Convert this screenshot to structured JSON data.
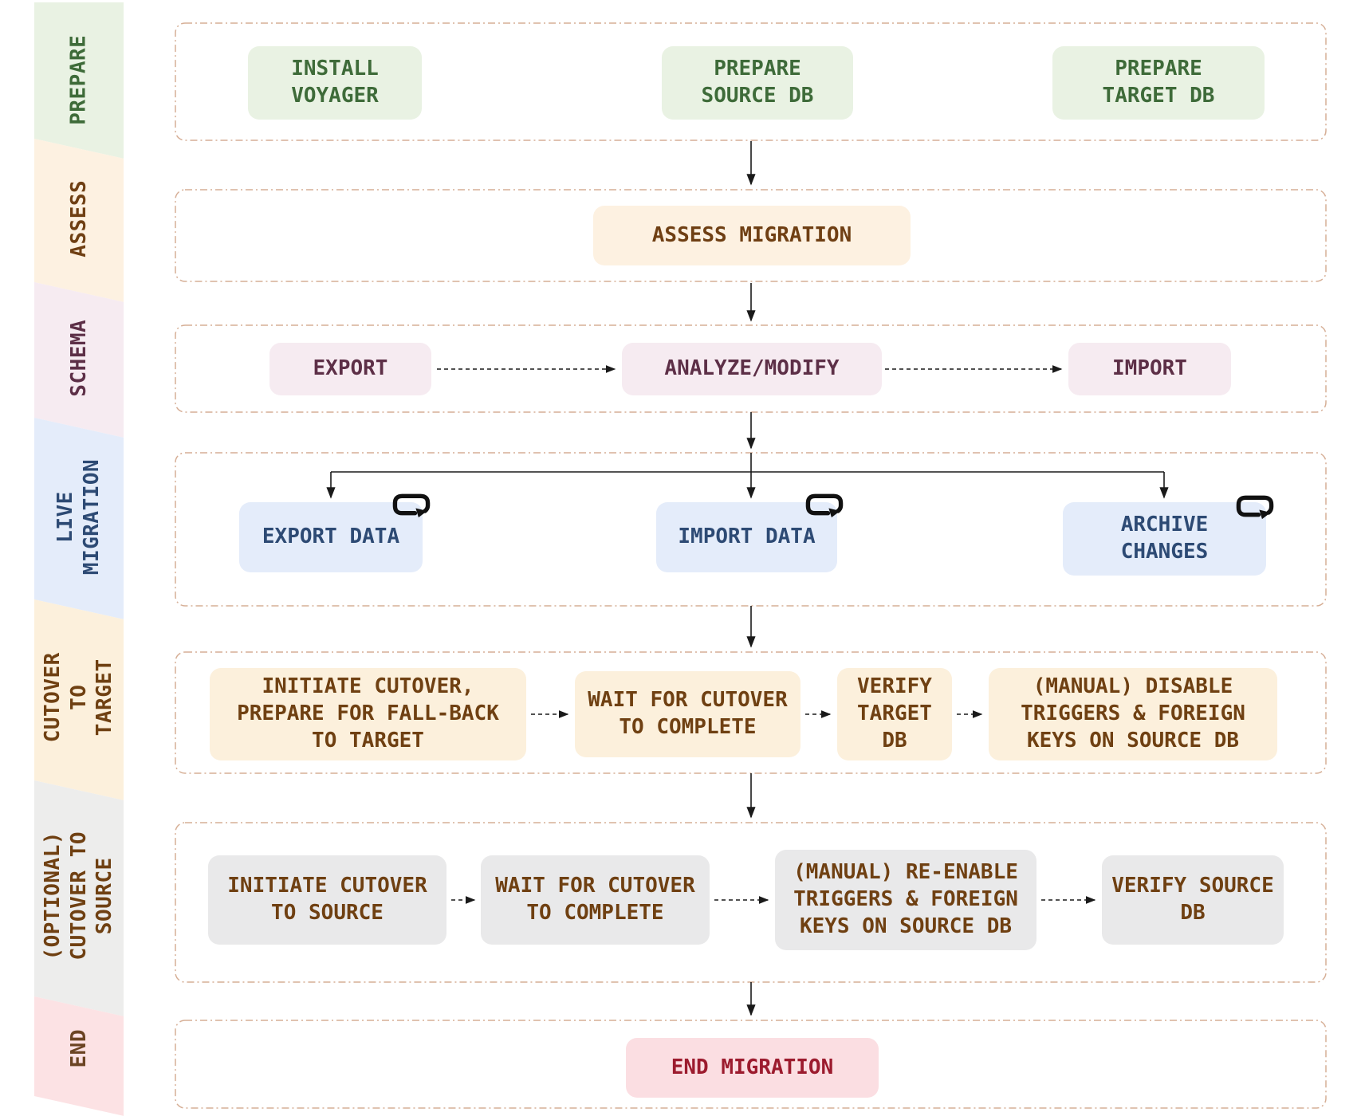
{
  "phases": {
    "prepare": {
      "label": "PREPARE",
      "bg": "#e9f2e3",
      "fg": "#3e6b39"
    },
    "assess": {
      "label": "ASSESS",
      "bg": "#fdf1e1",
      "fg": "#6f3f13"
    },
    "schema": {
      "label": "SCHEMA",
      "bg": "#f6ebf1",
      "fg": "#5d2f47"
    },
    "live": {
      "label": "LIVE\nMIGRATION",
      "bg": "#e4ecfa",
      "fg": "#2d4a74"
    },
    "cutover_target": {
      "label": "CUTOVER TO\nTARGET",
      "bg": "#fcf0dc",
      "fg": "#6f4012"
    },
    "cutover_source": {
      "label": "(OPTIONAL)\nCUTOVER TO\nSOURCE",
      "bg": "#ededec",
      "node_bg": "#e9e9ea",
      "fg": "#6f4012"
    },
    "end": {
      "label": "END",
      "bg": "#fce2e4",
      "node_bg": "#fbdee2",
      "fg": "#6b4423",
      "node_fg": "#9c1b2e"
    }
  },
  "nodes": {
    "install_voyager": {
      "label": "INSTALL\nVOYAGER"
    },
    "prepare_source_db": {
      "label": "PREPARE\nSOURCE DB"
    },
    "prepare_target_db": {
      "label": "PREPARE\nTARGET DB"
    },
    "assess_migration": {
      "label": "ASSESS MIGRATION"
    },
    "export_schema": {
      "label": "EXPORT"
    },
    "analyze_modify": {
      "label": "ANALYZE/MODIFY"
    },
    "import_schema": {
      "label": "IMPORT"
    },
    "export_data": {
      "label": "EXPORT DATA"
    },
    "import_data": {
      "label": "IMPORT DATA"
    },
    "archive_changes": {
      "label": "ARCHIVE\nCHANGES"
    },
    "initiate_cutover_target": {
      "label": "INITIATE CUTOVER,\nPREPARE FOR FALL-BACK\nTO TARGET"
    },
    "wait_cutover_target": {
      "label": "WAIT FOR CUTOVER\nTO COMPLETE"
    },
    "verify_target_db": {
      "label": "VERIFY\nTARGET\nDB"
    },
    "disable_triggers": {
      "label": "(MANUAL) DISABLE\nTRIGGERS & FOREIGN\nKEYS ON SOURCE DB"
    },
    "initiate_cutover_source": {
      "label": "INITIATE CUTOVER\nTO SOURCE"
    },
    "wait_cutover_source": {
      "label": "WAIT FOR CUTOVER\nTO COMPLETE"
    },
    "reenable_triggers": {
      "label": "(MANUAL) RE-ENABLE\nTRIGGERS & FOREIGN\nKEYS ON SOURCE DB"
    },
    "verify_source_db": {
      "label": "VERIFY SOURCE\nDB"
    },
    "end_migration": {
      "label": "END MIGRATION"
    }
  },
  "style": {
    "lane_border": "#cfa184",
    "arrow_color": "#1a1a1a",
    "icon_color": "#111111",
    "background": "#ffffff"
  }
}
